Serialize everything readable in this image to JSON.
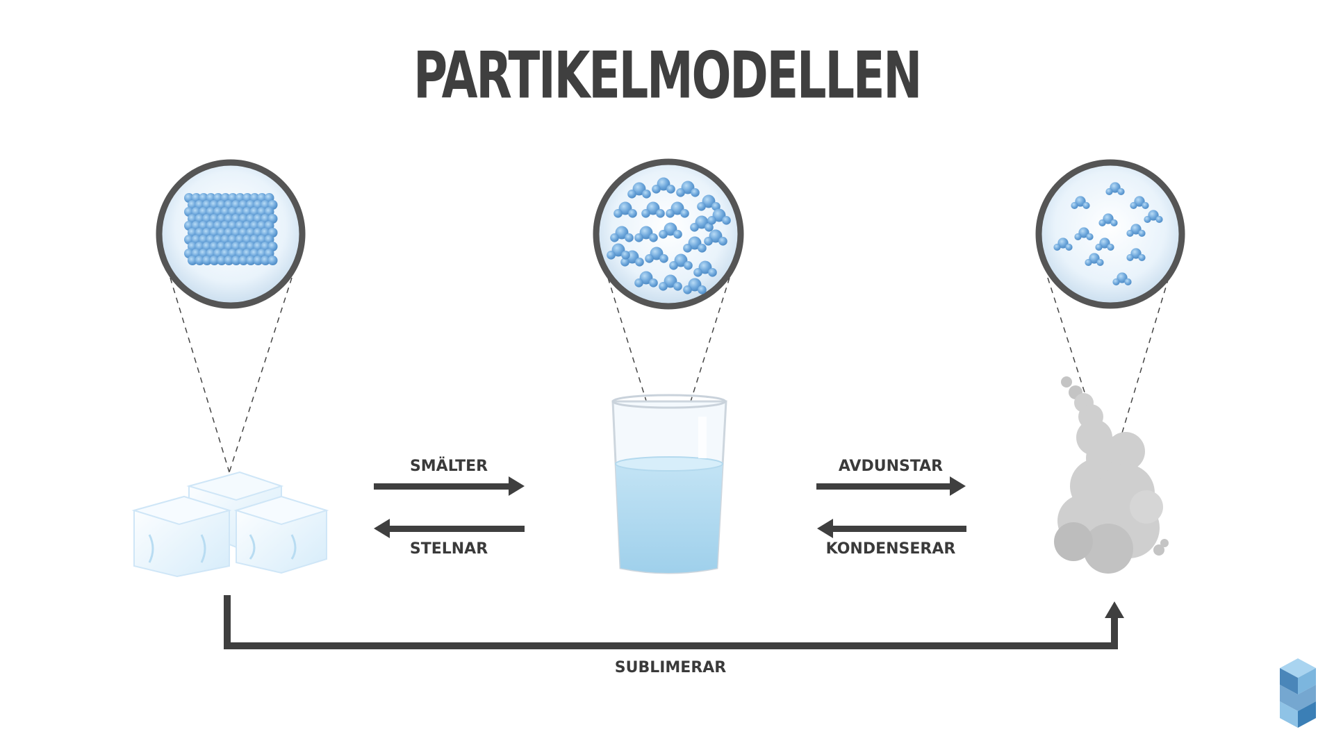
{
  "title": "PARTIKELMODELLEN",
  "states": [
    {
      "id": "solid",
      "icon": "ice-cubes-icon"
    },
    {
      "id": "liquid",
      "icon": "water-glass-icon"
    },
    {
      "id": "gas",
      "icon": "vapor-cloud-icon"
    }
  ],
  "transitions": {
    "melt": "SMÄLTER",
    "freeze": "STELNAR",
    "evaporate": "AVDUNSTAR",
    "condense": "KONDENSERAR",
    "sublimate": "SUBLIMERAR"
  },
  "colors": {
    "title": "#3f3f3f",
    "arrow": "#3f3f3f",
    "particle": "#6fa8dc",
    "lens_rim": "#555555",
    "water": "#a9d6ee",
    "smoke": "#c8c8c8"
  },
  "logo": {
    "icon": "s-cube-logo-icon"
  }
}
